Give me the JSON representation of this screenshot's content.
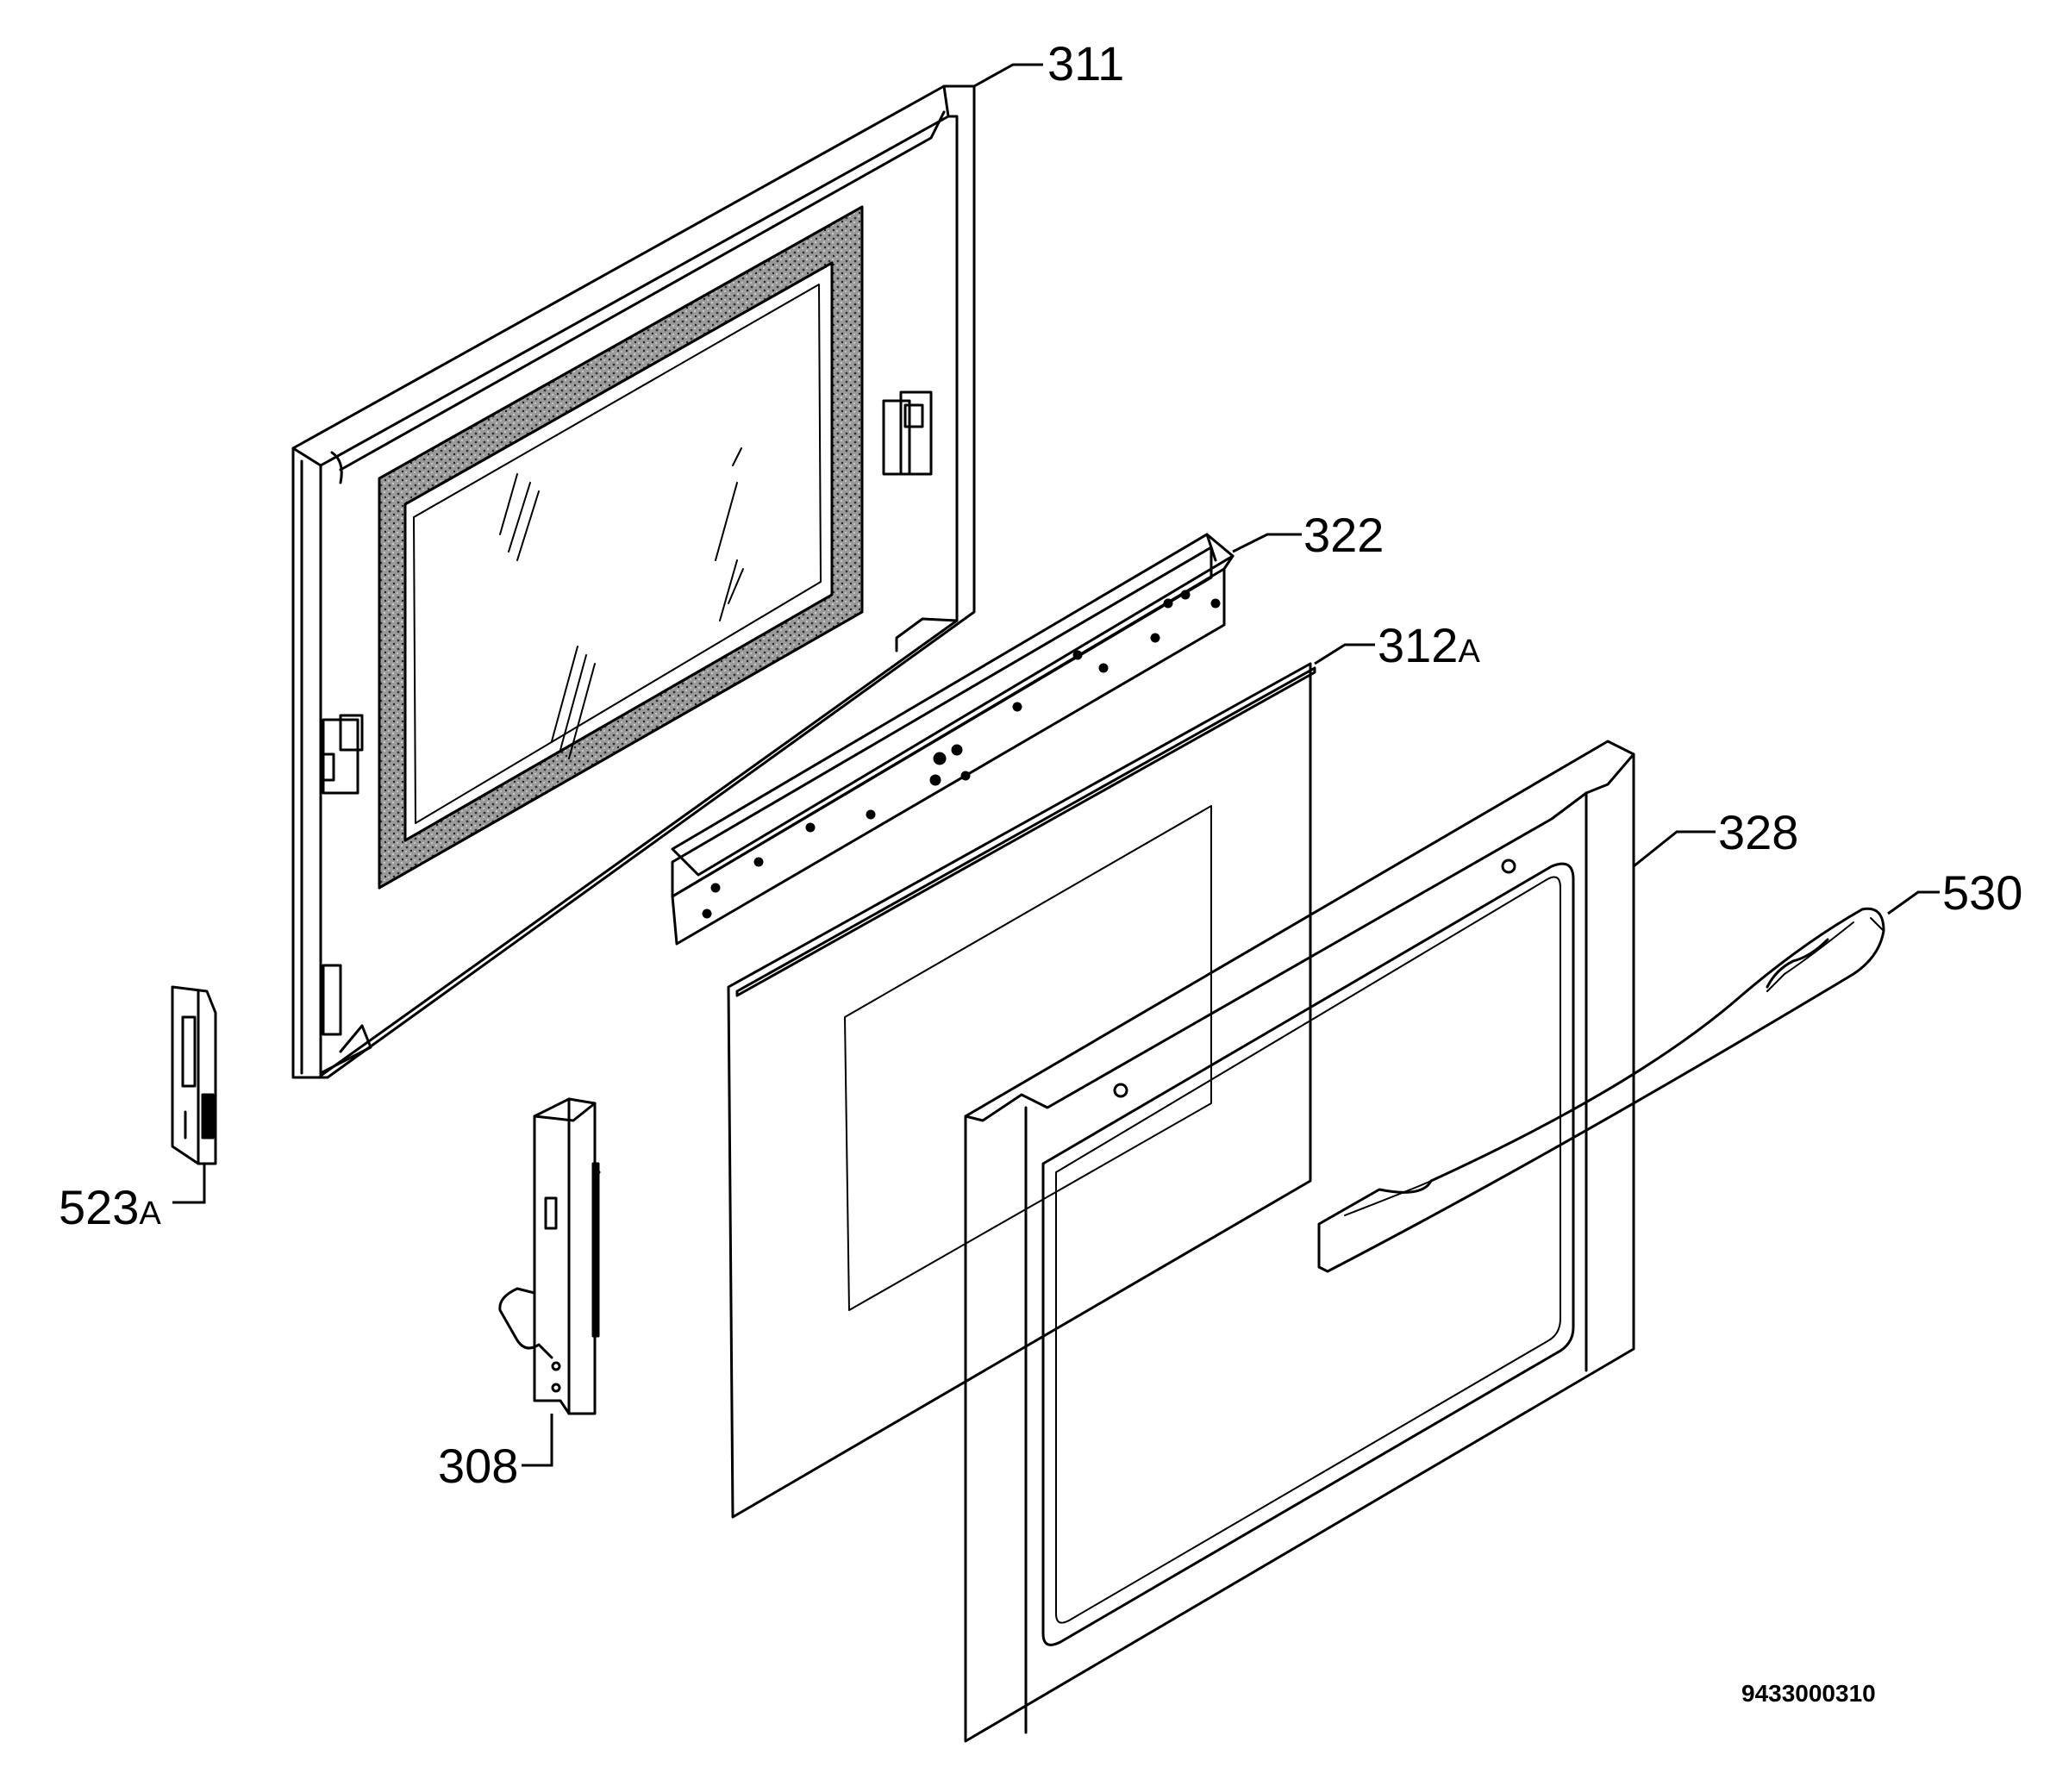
{
  "diagram": {
    "document_number": "9433000310",
    "callouts": [
      {
        "id": "311",
        "text": "311",
        "suffix": ""
      },
      {
        "id": "322",
        "text": "322",
        "suffix": ""
      },
      {
        "id": "312A",
        "text": "312",
        "suffix": "A"
      },
      {
        "id": "328",
        "text": "328",
        "suffix": ""
      },
      {
        "id": "530",
        "text": "530",
        "suffix": ""
      },
      {
        "id": "523A",
        "text": "523",
        "suffix": "A"
      },
      {
        "id": "308",
        "text": "308",
        "suffix": ""
      }
    ]
  }
}
